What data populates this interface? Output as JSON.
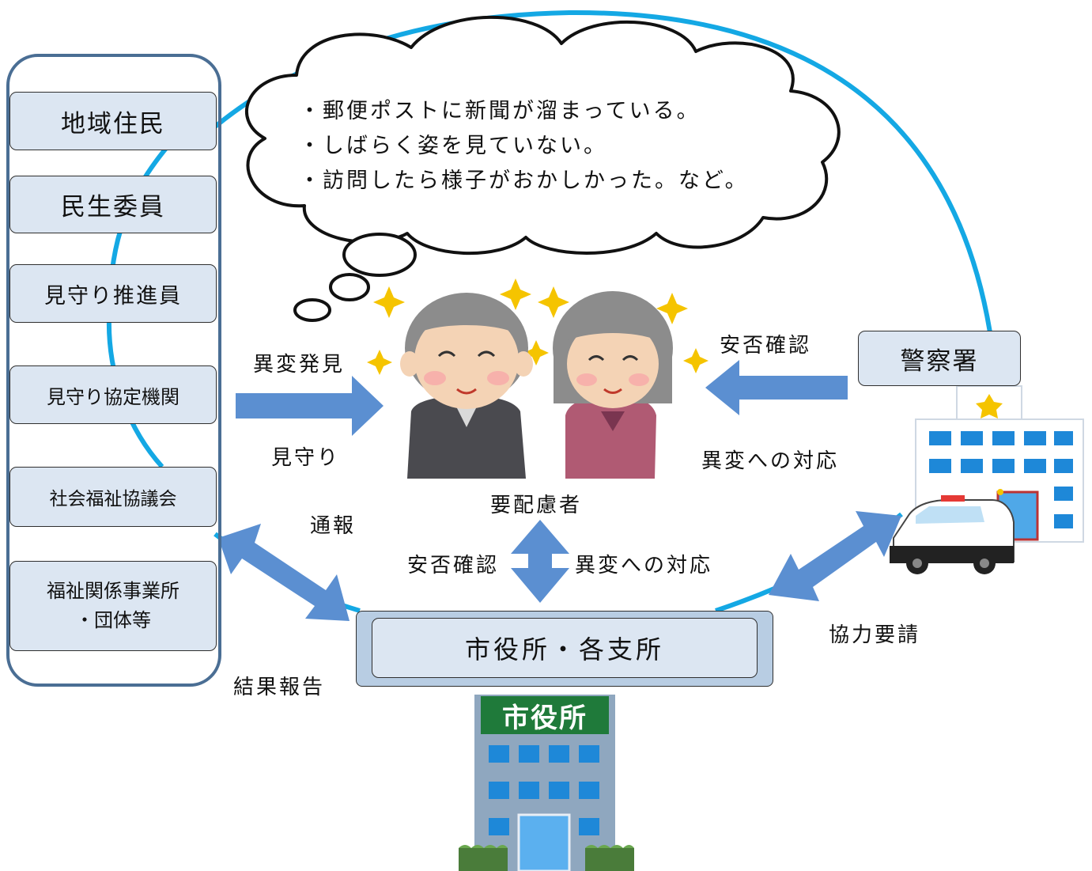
{
  "left_group": {
    "items": [
      {
        "label": "地域住民"
      },
      {
        "label": "民生委員"
      },
      {
        "label": "見守り推進員"
      },
      {
        "label": "見守り協定機関"
      },
      {
        "label": "社会福祉協議会"
      },
      {
        "label_line1": "福祉関係事業所",
        "label_line2": "・団体等"
      }
    ]
  },
  "police_box": {
    "label": "警察署"
  },
  "city_box": {
    "label": "市役所・各支所"
  },
  "city_building": {
    "sign": "市役所"
  },
  "cloud": {
    "lines": [
      "・郵便ポストに新聞が溜まっている。",
      "・しばらく姿を見ていない。",
      "・訪問したら様子がおかしかった。など。"
    ]
  },
  "labels": {
    "anomaly_found": "異変発見",
    "watching": "見守り",
    "safety_check_right": "安否確認",
    "response_right": "異変への対応",
    "person_caption": "要配慮者",
    "report": "通報",
    "result_report": "結果報告",
    "safety_check_center": "安否確認",
    "response_center": "異変への対応",
    "cooperation_request": "協力要請"
  },
  "colors": {
    "ring": "#14a8e4",
    "arrow": "#5b8fd1",
    "box_fill": "#dce6f2",
    "group_border": "#4a6e94"
  }
}
